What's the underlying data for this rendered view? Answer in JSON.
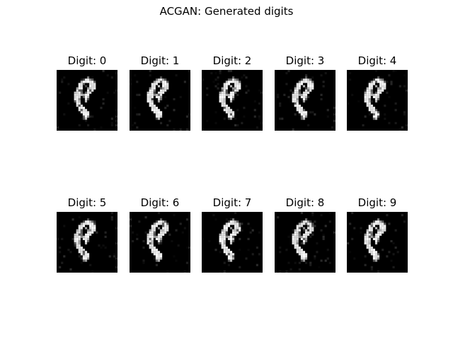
{
  "figure": {
    "title": "ACGAN: Generated digits",
    "panels": [
      {
        "title": "Digit: 0",
        "variant": 0
      },
      {
        "title": "Digit: 1",
        "variant": 1
      },
      {
        "title": "Digit: 2",
        "variant": 2
      },
      {
        "title": "Digit: 3",
        "variant": 3
      },
      {
        "title": "Digit: 4",
        "variant": 4
      },
      {
        "title": "Digit: 5",
        "variant": 5
      },
      {
        "title": "Digit: 6",
        "variant": 6
      },
      {
        "title": "Digit: 7",
        "variant": 7
      },
      {
        "title": "Digit: 8",
        "variant": 8
      },
      {
        "title": "Digit: 9",
        "variant": 9
      }
    ]
  },
  "image_description_colors": {
    "background": "#000000",
    "stroke": "#ffffff"
  }
}
